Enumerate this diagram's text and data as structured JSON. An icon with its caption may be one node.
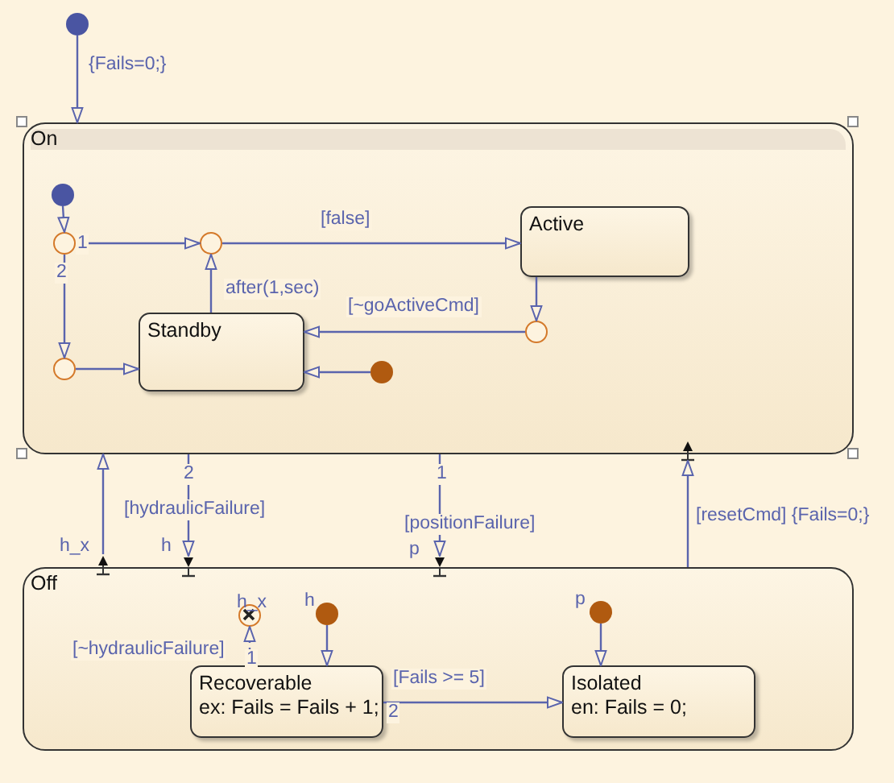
{
  "diagram": {
    "nodes": [
      {
        "text": [],
        "shape": "circle"
      },
      {
        "text": [
          "On"
        ]
      },
      {
        "text": [],
        "shape": "circle",
        "in": 1
      },
      {
        "text": [],
        "shape": "circle",
        "in": 1
      },
      {
        "text": [],
        "shape": "circle",
        "in": 1
      },
      {
        "text": [
          "Active"
        ],
        "in": 1
      },
      {
        "text": [],
        "shape": "circle",
        "in": 1
      },
      {
        "text": [
          "Standby"
        ],
        "in": 1
      },
      {
        "text": [],
        "shape": "circle",
        "in": 1
      },
      {
        "text": [],
        "shape": "circle",
        "in": 1
      },
      {
        "text": [
          "Off"
        ]
      },
      {
        "text": [],
        "shape": "circle",
        "in": 10,
        "beside": [
          "h_x"
        ]
      },
      {
        "text": [],
        "shape": "circle",
        "in": 10,
        "beside": [
          "h"
        ]
      },
      {
        "text": [],
        "shape": "circle",
        "in": 10,
        "beside": [
          "p"
        ]
      },
      {
        "text": [
          "Recoverable",
          "ex: Fails = Fails + 1;"
        ],
        "in": 10
      },
      {
        "text": [
          "Isolated",
          "en: Fails = 0;"
        ],
        "in": 10
      },
      {
        "text": [],
        "shape": "bar",
        "beside": [
          "h_x"
        ]
      },
      {
        "text": [],
        "shape": "bar",
        "beside": [
          "h"
        ]
      },
      {
        "text": [],
        "shape": "bar",
        "beside": [
          "p"
        ]
      },
      {
        "text": [],
        "shape": "bar"
      }
    ],
    "edges": [
      {
        "from": 0,
        "to": 1,
        "arrow": "to",
        "label": "{Fails=0;}"
      },
      {
        "from": 2,
        "to": 3,
        "arrow": "to"
      },
      {
        "from": 3,
        "to": 4,
        "arrow": "to",
        "label": "1"
      },
      {
        "from": 3,
        "to": 6,
        "arrow": "to",
        "label": "2"
      },
      {
        "from": 4,
        "to": 5,
        "arrow": "to",
        "label": "[false]"
      },
      {
        "from": 7,
        "to": 4,
        "arrow": "to",
        "label": "after(1,sec)"
      },
      {
        "from": 5,
        "to": 8,
        "arrow": "to"
      },
      {
        "from": 8,
        "to": 7,
        "arrow": "to",
        "label": "[~goActiveCmd]"
      },
      {
        "from": 6,
        "to": 7,
        "arrow": "to"
      },
      {
        "from": 9,
        "to": 7,
        "arrow": "to"
      },
      {
        "from": 16,
        "to": 1,
        "arrow": "to"
      },
      {
        "from": 1,
        "to": 17,
        "arrow": "to",
        "label": "[hydraulicFailure]"
      },
      {
        "from": 1,
        "to": 18,
        "arrow": "to",
        "label": "[positionFailure]"
      },
      {
        "from": 10,
        "to": 19,
        "arrow": "to",
        "label": "[resetCmd] {Fails=0;}"
      },
      {
        "from": 12,
        "to": 14,
        "arrow": "to"
      },
      {
        "from": 13,
        "to": 15,
        "arrow": "to"
      },
      {
        "from": 14,
        "to": 11,
        "arrow": "to",
        "label": "[~hydraulicFailure]",
        "style": "dashed"
      },
      {
        "from": 14,
        "to": 15,
        "arrow": "to",
        "label": "[Fails >= 5]"
      }
    ],
    "labels": [
      "2",
      "1",
      "1",
      "2"
    ]
  }
}
